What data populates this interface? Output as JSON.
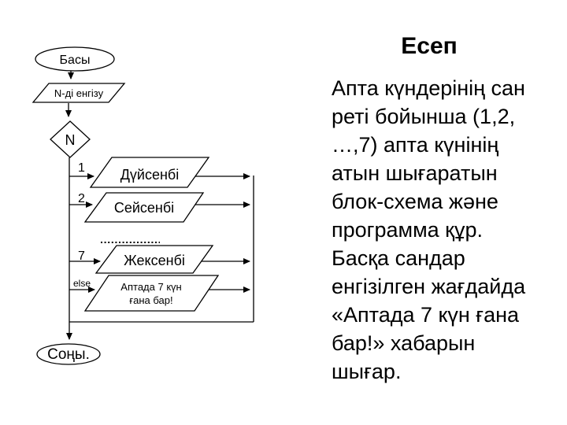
{
  "content": {
    "title": "Есеп",
    "body_lines": [
      "Апта күндерінің сан",
      "реті бойынша (1,2,",
      "…,7) апта күнінің",
      "атын шығаратын",
      "блок-схема және",
      "программа құр.",
      "Басқа сандар",
      "енгізілген жағдайда",
      "«Аптада 7 күн ғана",
      "бар!» хабарын",
      "шығар."
    ]
  },
  "flowchart": {
    "start_label": "Басы",
    "input_label": "N-ді енгізу",
    "decision_label": "N",
    "branches": [
      {
        "label": "1",
        "output": "Дүйсенбі"
      },
      {
        "label": "2",
        "output": "Сейсенбі"
      },
      {
        "label": "7",
        "output": "Жексенбі"
      }
    ],
    "else_branch": {
      "label": "else",
      "output_line1": "Аптада 7 күн",
      "output_line2": "ғана бар!"
    },
    "end_label": "Соңы."
  },
  "colors": {
    "background": "#ffffff",
    "line": "#000000",
    "text": "#000000"
  }
}
